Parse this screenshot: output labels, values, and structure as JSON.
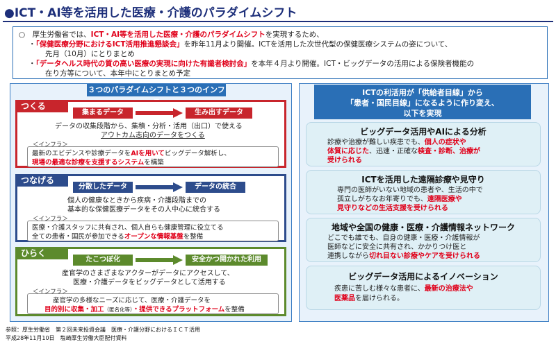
{
  "title": "●ICT・AI等を活用した医療・介護のパラダイムシフト",
  "intro": {
    "line1_prefix": "○　厚生労働省では、",
    "line1_red": "ICT・AI等を活用した医療・介護のパラダイムシフト",
    "line1_suffix": "を実現するため、",
    "line2_prefix": "・",
    "line2_red": "「保健医療分野におけるICT活用推進懇談会」",
    "line2_suffix": "を昨年11月より開催。ICTを活用した次世代型の保健医療システムの姿について、",
    "line3": "先月（10月）にとりまとめ",
    "line4_prefix": "・",
    "line4_red": "「データヘルス時代の質の高い医療の実現に向けた有識者検討会」",
    "line4_suffix": "を本年４月より開催。ICT・ビッグデータの活用による保険者機能の",
    "line5": "在り方等について、本年中にとりまとめ予定"
  },
  "left": {
    "panel_title": "３つのパラダイムシフトと３つのインフラ",
    "tsukuru": {
      "tag": "つくる",
      "pill1": "集まるデータ",
      "pill2": "生み出すデータ",
      "text1": "データの収集段階から、集積・分析・活用（出口）で使える",
      "text2": "アウトカム志向のデータをつくる",
      "infra_label": "＜インフラ＞",
      "infra1_a": "最新のエビデンスや診療データを",
      "infra1_red": "AIを用いて",
      "infra1_b": "ビッグデータ解析し、",
      "infra2_red": "現場の最適な診療を支援するシステム",
      "infra2_b": "を構築"
    },
    "tsunageru": {
      "tag": "つなげる",
      "pill1": "分散したデータ",
      "pill2": "データの統合",
      "text1": "個人の健康なときから疾病・介護段階までの",
      "text2": "基本的な保健医療データをその人中心に統合する",
      "infra_label": "＜インフラ＞",
      "infra1": "医療・介護スタッフに共有され、個人自らも健康管理に役立てる",
      "infra2_a": "全ての患者・国民が参加できる",
      "infra2_red": "オープンな情報基盤",
      "infra2_b": "を整備"
    },
    "hiraku": {
      "tag": "ひらく",
      "pill1": "たこつぼ化",
      "pill2": "安全かつ開かれた利用",
      "text1": "産官学のさまざまなアクターがデータにアクセスして、",
      "text2": "医療・介護データをビッグデータとして活用する",
      "infra_label": "＜インフラ＞",
      "infra1": "産官学の多様なニーズに応じて、医療・介護データを",
      "infra2_red1": "目的別に収集・加工",
      "infra2_small": "（匿名化等）",
      "infra2_red2": "・提供できるプラットフォーム",
      "infra2_b": "を整備"
    }
  },
  "right": {
    "header1": "ICTの利活用が「供給者目線」から",
    "header2": "「患者・国民目線」になるように作り変え、",
    "header3": "以下を実現",
    "cards": [
      {
        "title": "ビッグデータ活用やAIによる分析",
        "l1_a": "診療や治療が難しい疾患でも、",
        "l1_red": "個人の症状や",
        "l2_red": "体質に応じた",
        "l2_b": "、迅速・正確な",
        "l2_red2": "検査・診断、治療が",
        "l3_red": "受けられる"
      },
      {
        "title": "ICTを活用した遠隔診療や見守り",
        "l1": "専門の医師がいない地域の患者や、生活の中で",
        "l2_a": "孤立しがちなお年寄りでも、",
        "l2_red": "遠隔医療や",
        "l3_red": "見守りなどの生活支援を受けられる"
      },
      {
        "title": "地域や全国の健康・医療・介護情報ネットワーク",
        "l1": "どこでも誰でも、自身の健康・医療・介護情報が",
        "l2": "医師などに安全に共有され、かかりつけ医と",
        "l3_a": "連携しながら",
        "l3_red": "切れ目ない診療やケアを受けられる"
      },
      {
        "title": "ビッグデータ活用によるイノベーション",
        "l1_a": "疾患に苦しむ様々な患者に、",
        "l1_red": "最新の治療法や",
        "l2_red": "医薬品",
        "l2_b": "を届けられる。"
      }
    ]
  },
  "footer": {
    "line1": "参照：厚生労働省　第２回未来投資会議　医療・介護分野におけるＩＣＴ活用",
    "line2": "平成28年11月10日　塩崎厚生労働大臣配付資料"
  },
  "colors": {
    "navy": "#1d2f7a",
    "blue": "#2a6fb6",
    "red": "#e0001a",
    "section_red": "#c8252c",
    "section_navy": "#2d4c8c",
    "section_green": "#5c8a2c"
  }
}
